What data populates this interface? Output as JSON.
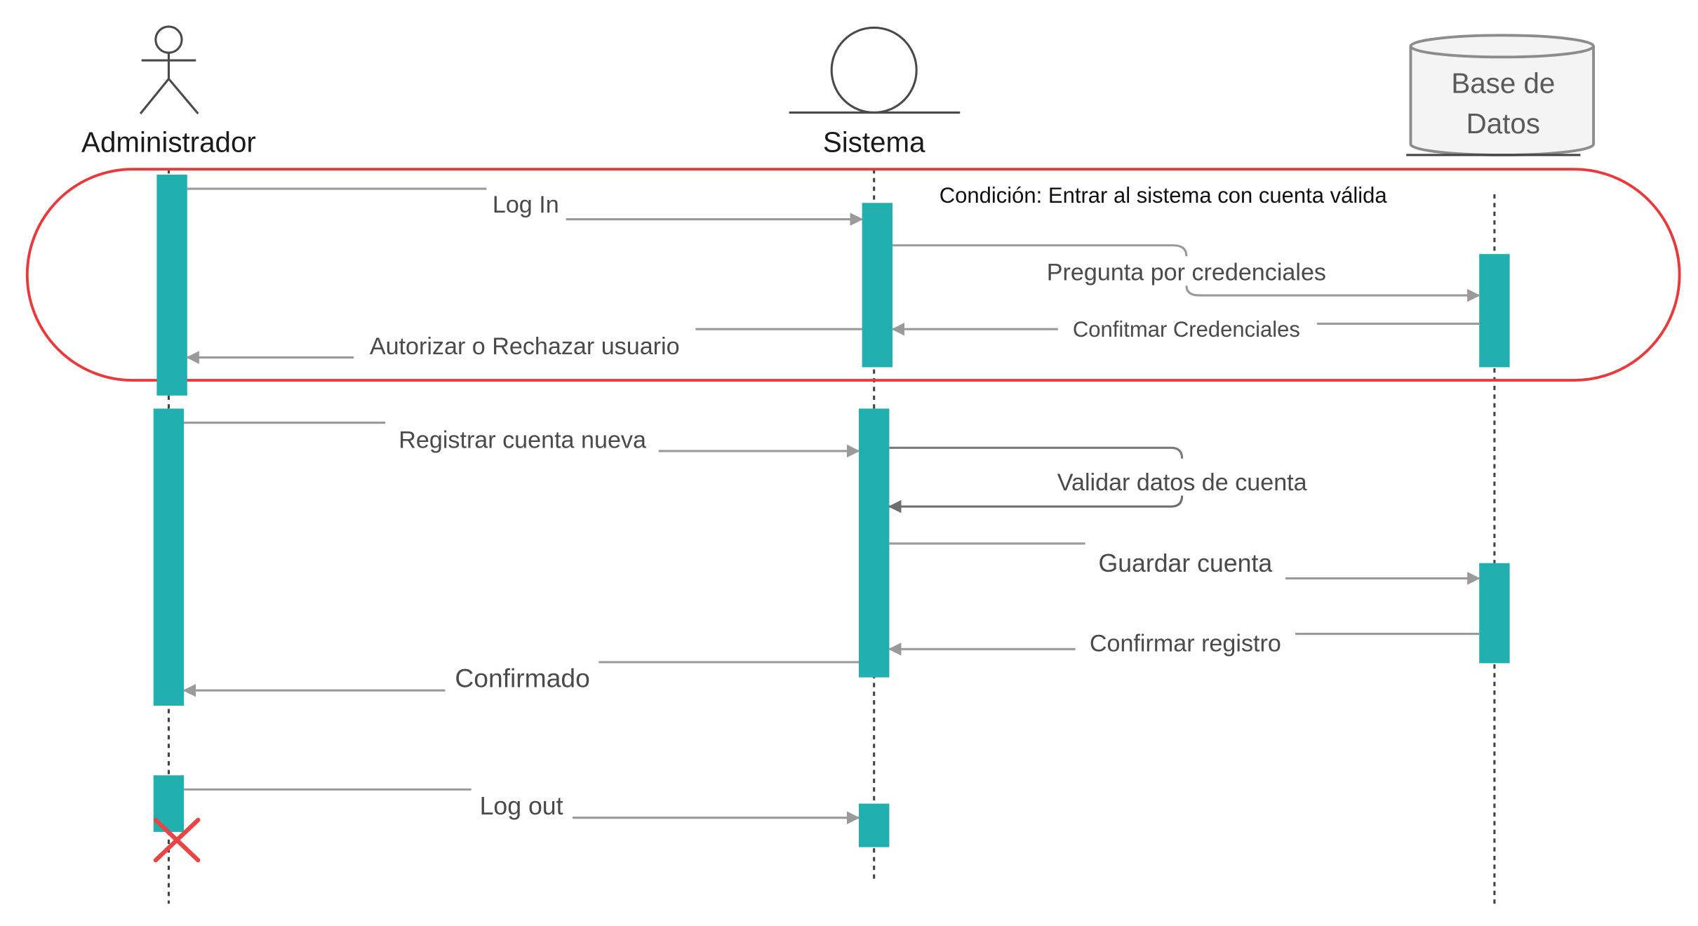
{
  "colors": {
    "activation": "#22afaf",
    "message_line": "#9a9a9a",
    "lifeline": "#444444",
    "actor_stroke": "#4a4a4a",
    "condition_frame": "#e83a3a",
    "destroy_mark": "#e84545",
    "database_stroke": "#8c8c8c",
    "database_fill": "#f4f4f4"
  },
  "participants": {
    "administrador": {
      "label": "Administrador",
      "icon": "actor-stick-figure-icon"
    },
    "sistema": {
      "label": "Sistema",
      "icon": "boundary-circle-icon"
    },
    "base_de_datos": {
      "label_line1": "Base de",
      "label_line2": "Datos",
      "icon": "database-cylinder-icon"
    }
  },
  "condition": {
    "label": "Condición: Entrar al sistema con cuenta válida"
  },
  "messages": {
    "log_in": "Log In",
    "pregunta_credenciales": "Pregunta por credenciales",
    "confitmar_credenciales": "Confitmar Credenciales",
    "autorizar_rechazar": "Autorizar o Rechazar usuario",
    "registrar_cuenta": "Registrar cuenta nueva",
    "validar_datos": "Validar datos de cuenta",
    "guardar_cuenta": "Guardar cuenta",
    "confirmar_registro": "Confirmar registro",
    "confirmado": "Confirmado",
    "log_out": "Log out"
  },
  "destroy": {
    "icon": "destroy-x-icon"
  }
}
